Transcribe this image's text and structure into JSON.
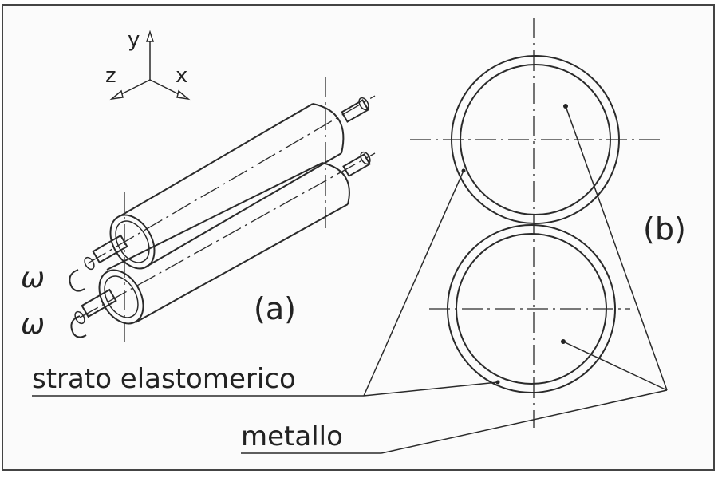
{
  "axes": {
    "y": "y",
    "z": "z",
    "x": "x"
  },
  "omega": {
    "top": "ω",
    "bottom": "ω"
  },
  "labels": {
    "view_a": "(a)",
    "view_b": "(b)",
    "strato": "strato  elastomerico",
    "metallo": "metallo"
  }
}
